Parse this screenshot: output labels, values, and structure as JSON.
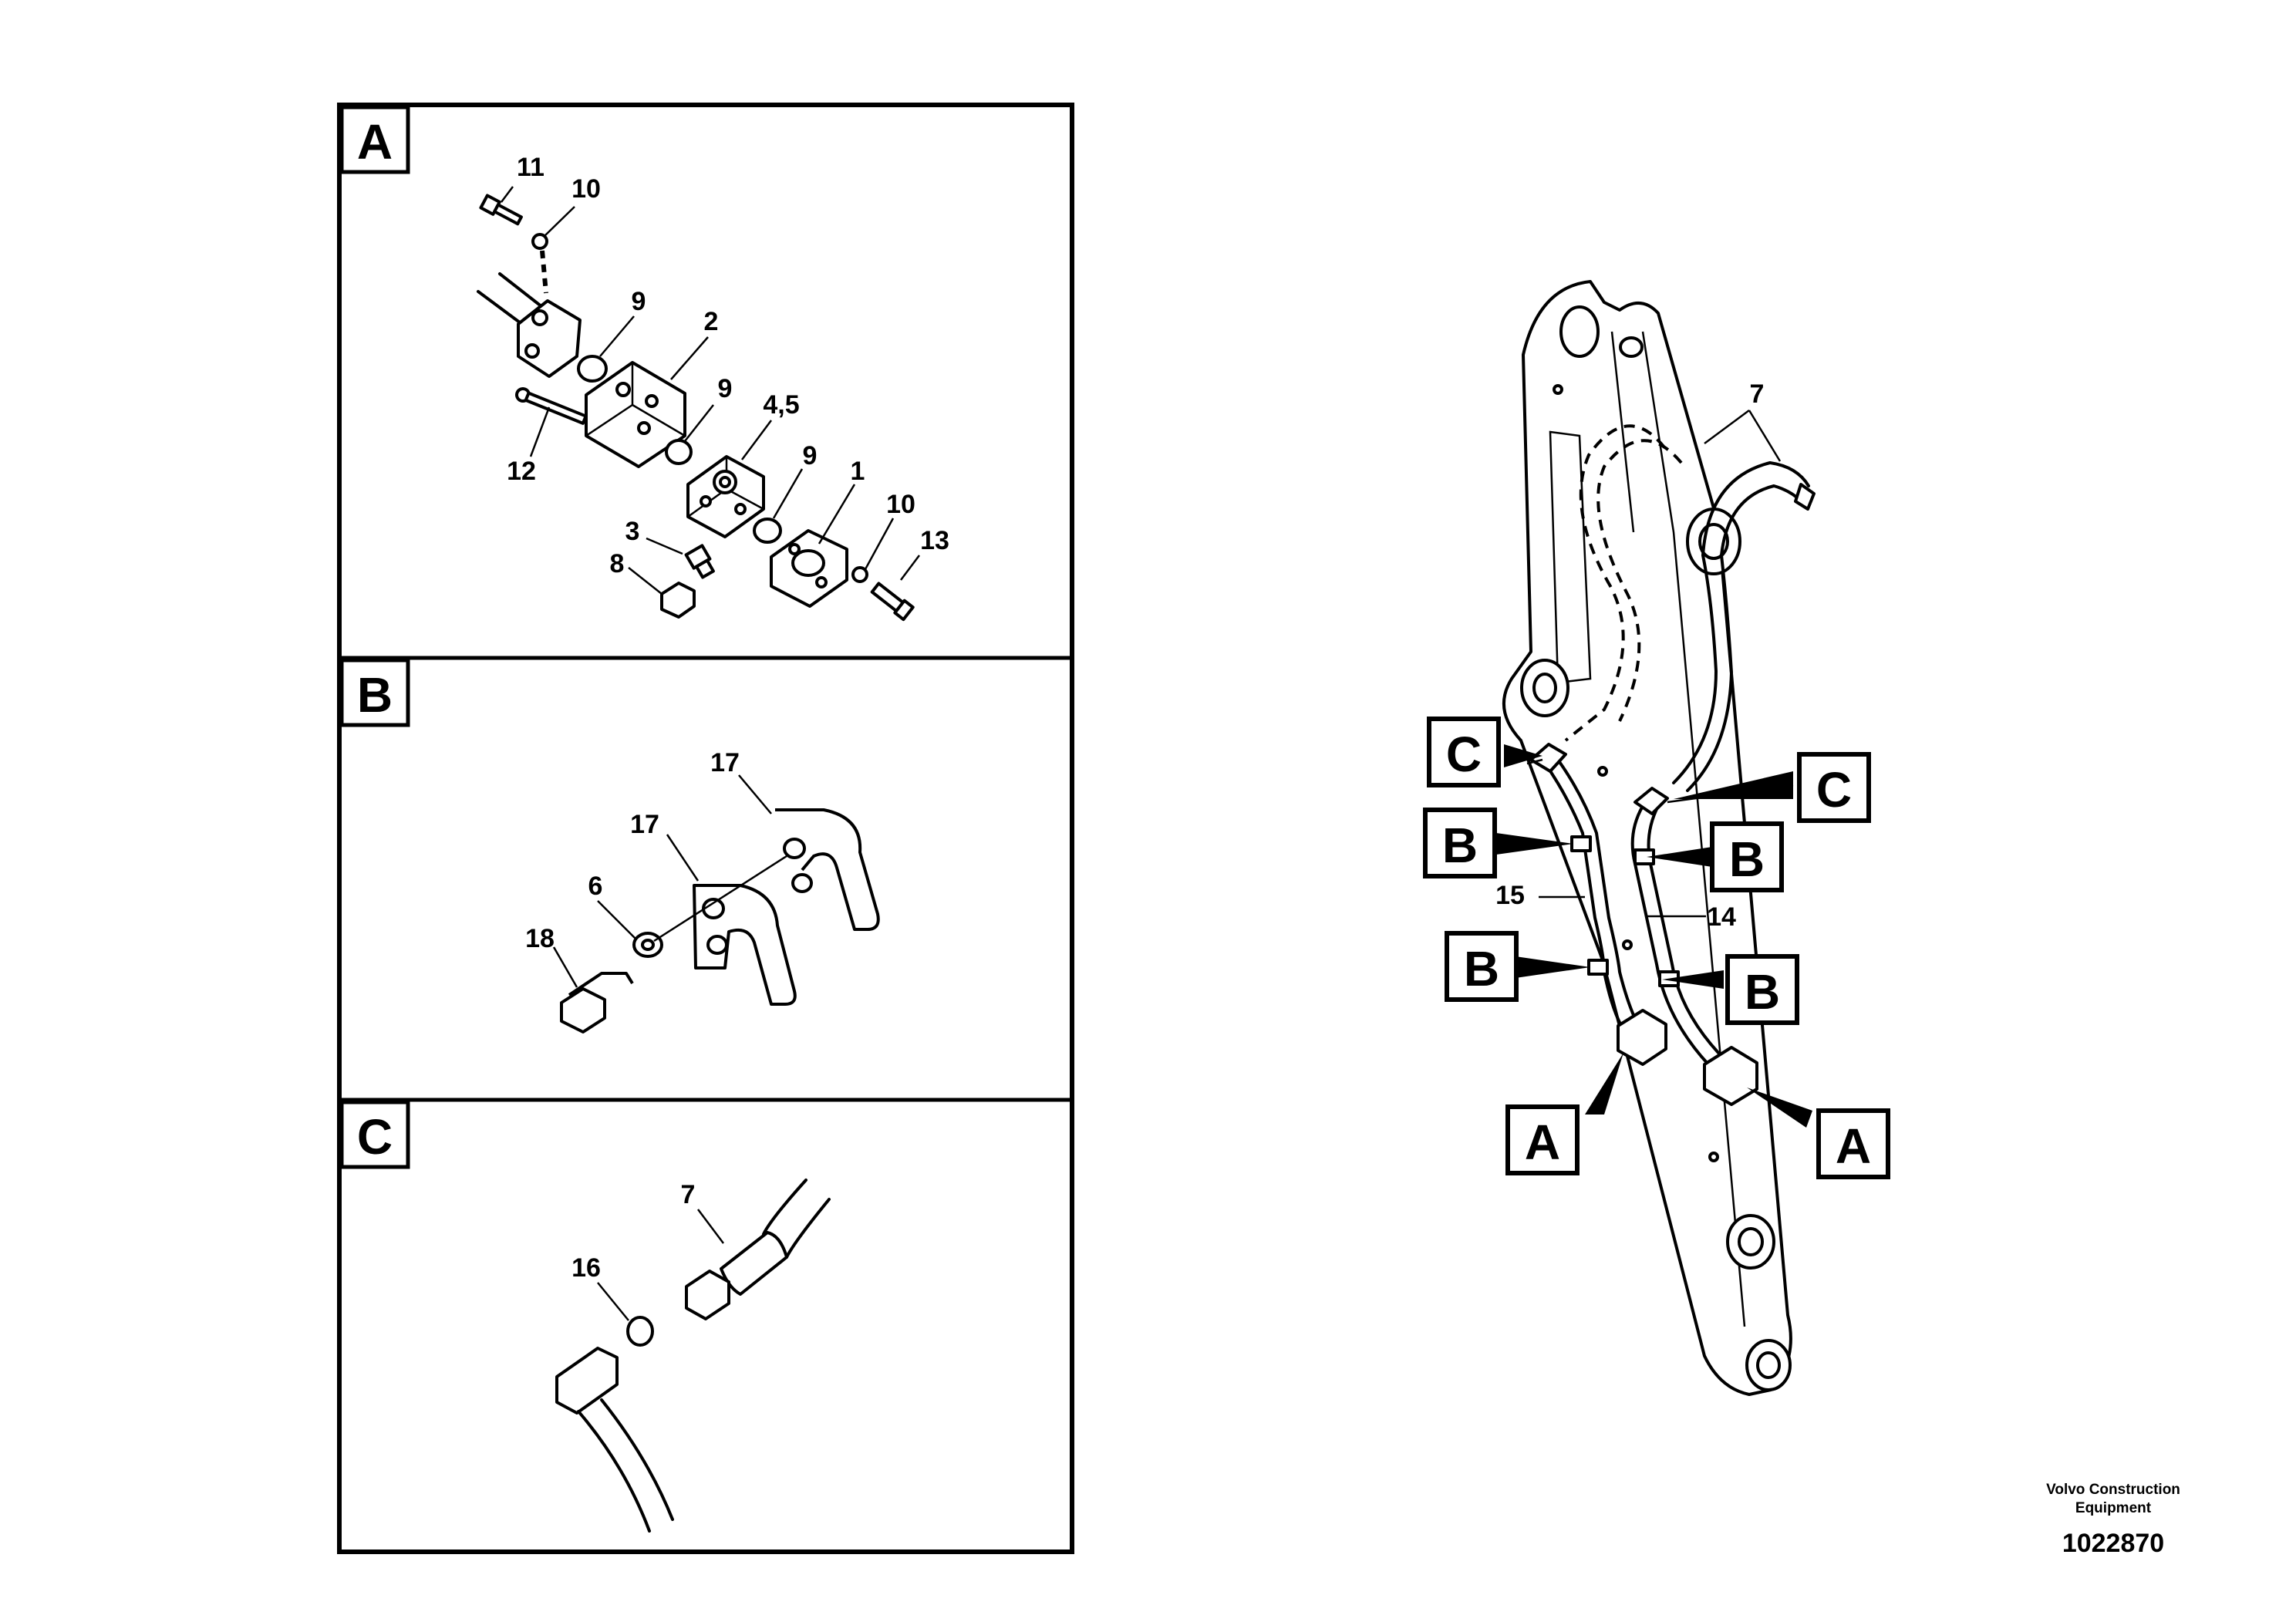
{
  "panels": {
    "A": {
      "tag": "A",
      "callouts": [
        "11",
        "10",
        "9",
        "2",
        "9",
        "4,5",
        "9",
        "1",
        "10",
        "13",
        "12",
        "3",
        "8"
      ]
    },
    "B": {
      "tag": "B",
      "callouts": [
        "17",
        "17",
        "6",
        "18"
      ]
    },
    "C": {
      "tag": "C",
      "callouts": [
        "7",
        "16"
      ]
    }
  },
  "overview": {
    "tags": {
      "c_left": "C",
      "c_right": "C",
      "b_upper_left": "B",
      "b_upper_right": "B",
      "b_lower_left": "B",
      "b_lower_right": "B",
      "a_left": "A",
      "a_right": "A"
    },
    "callouts": {
      "hose_top": "7",
      "hose_left": "15",
      "hose_right": "14"
    }
  },
  "footer": {
    "maker_line1": "Volvo Construction",
    "maker_line2": "Equipment",
    "doc_number": "1022870"
  }
}
